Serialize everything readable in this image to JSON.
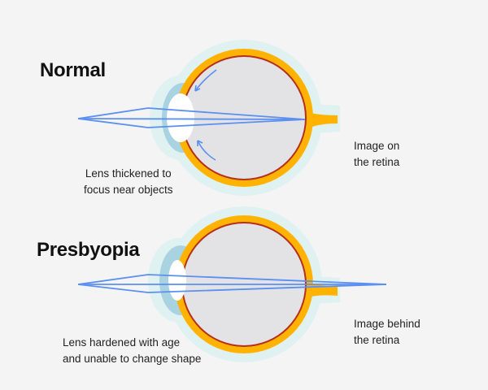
{
  "diagram": {
    "panels": [
      {
        "title": "Normal",
        "lens_label": [
          "Lens thickened to",
          "focus near objects"
        ],
        "image_label": [
          "Image on",
          "the retina"
        ]
      },
      {
        "title": "Presbyopia",
        "lens_label": [
          "Lens hardened with age",
          "and unable to change shape"
        ],
        "image_label": [
          "Image behind",
          "the retina"
        ]
      }
    ],
    "colors": {
      "background": "#f4f4f4",
      "outer_halo": "#dff1f1",
      "cornea": "#a9d3e0",
      "sclera": "#ffb300",
      "retina_line": "#b5301d",
      "vitreous": "#e3e3e6",
      "lens": "#ffffff",
      "rays": "#5b8ff0"
    }
  }
}
